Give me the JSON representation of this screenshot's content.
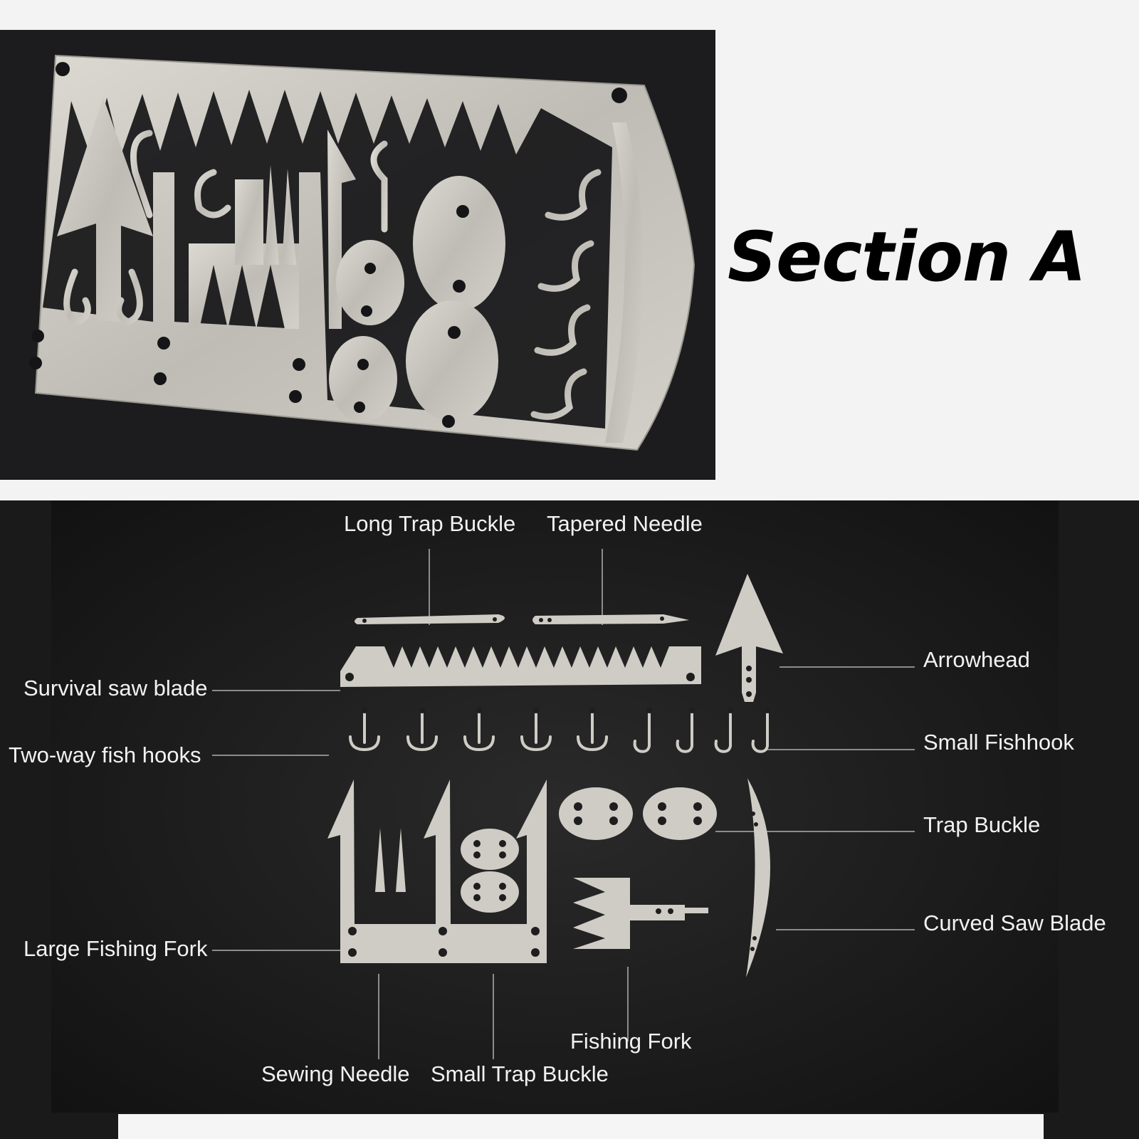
{
  "section_title": "Section A",
  "labels": {
    "long_trap_buckle": "Long Trap Buckle",
    "tapered_needle": "Tapered Needle",
    "arrowhead": "Arrowhead",
    "survival_saw_blade": "Survival saw blade",
    "two_way_fish_hooks": "Two-way fish hooks",
    "small_fishhook": "Small Fishhook",
    "trap_buckle": "Trap Buckle",
    "curved_saw_blade": "Curved Saw Blade",
    "large_fishing_fork": "Large Fishing Fork",
    "fishing_fork": "Fishing Fork",
    "sewing_needle": "Sewing Needle",
    "small_trap_buckle": "Small Trap Buckle"
  },
  "colors": {
    "page_background": "#f3f3f3",
    "photo_background": "#1c1c1e",
    "steel": "#c9c6c0",
    "diagram_background": "#1a1a1a",
    "label_text": "#f2f2f2",
    "leader_line": "#8c8c8c"
  }
}
